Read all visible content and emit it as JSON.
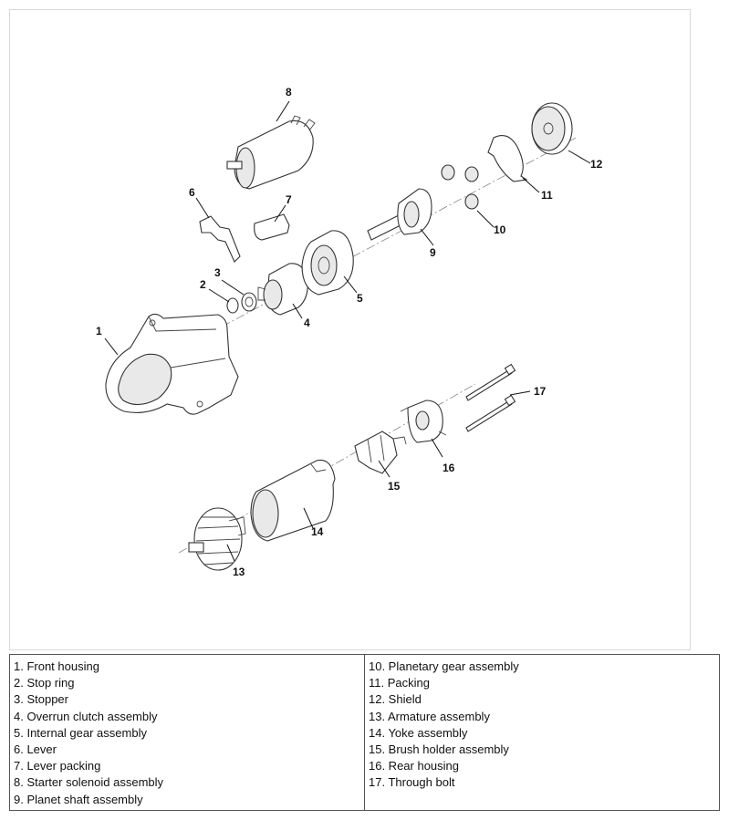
{
  "callouts": [
    "1",
    "2",
    "3",
    "4",
    "5",
    "6",
    "7",
    "8",
    "9",
    "10",
    "11",
    "12",
    "13",
    "14",
    "15",
    "16",
    "17"
  ],
  "legend": {
    "left": [
      "1. Front housing",
      "2. Stop ring",
      "3. Stopper",
      "4. Overrun clutch assembly",
      "5. Internal gear assembly",
      "6. Lever",
      "7. Lever packing",
      "8. Starter solenoid assembly",
      "9. Planet shaft assembly"
    ],
    "right": [
      "10. Planetary gear assembly",
      "11. Packing",
      "12. Shield",
      "13. Armature assembly",
      "14. Yoke assembly",
      "15. Brush holder assembly",
      "16. Rear housing",
      "17. Through bolt"
    ]
  },
  "colors": {
    "line": "#333333",
    "frame": "#d8d8d8",
    "table_border": "#555555"
  }
}
